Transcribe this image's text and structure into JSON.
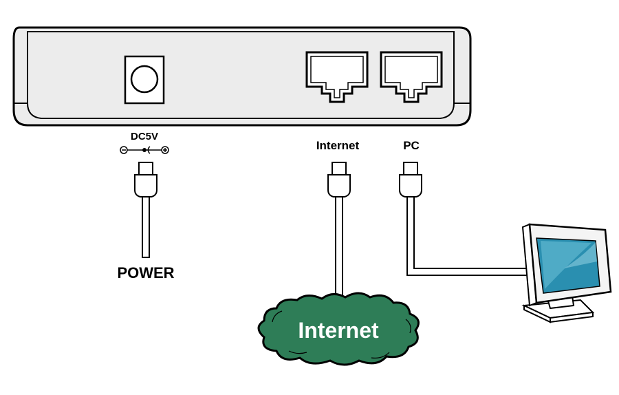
{
  "device": {
    "power_port_label": "DC5V",
    "internet_port_label": "Internet",
    "pc_port_label": "PC"
  },
  "power_symbol": {
    "minus": "⊖",
    "plus": "⊕"
  },
  "power_label": "POWER",
  "cloud_label": "Internet",
  "colors": {
    "device_fill": "#ececec",
    "cloud_fill": "#2e7d57",
    "screen_fill": "#2a8fb0",
    "outline": "#000000"
  }
}
